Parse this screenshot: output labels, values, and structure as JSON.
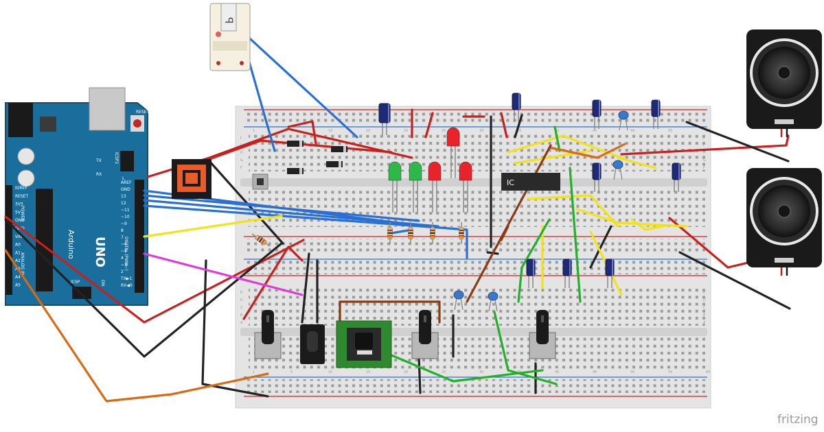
{
  "app": {
    "watermark": "fritzing"
  },
  "arduino": {
    "brand": "Arduino",
    "model": "UNO",
    "reset_label": "RESET",
    "icsp2_label": "ICSP2",
    "icsp_label": "ICSP",
    "rx_label": "RX",
    "tx_label": "TX",
    "l_label": "L",
    "on_label": "ON",
    "digital_label": "DIGITAL (PWM~)",
    "analog_label": "ANALOG IN",
    "power_label": "POWER",
    "left_pins": [
      "IOREF",
      "RESET",
      "3V3",
      "5V",
      "GND",
      "GND",
      "VIN",
      "A0",
      "A1",
      "A2",
      "A3",
      "A4",
      "A5"
    ],
    "right_pins": [
      "AREF",
      "GND",
      "13",
      "12",
      "~11",
      "~10",
      "~9",
      "8",
      "7",
      "~6",
      "~5",
      "4",
      "~3",
      "2",
      "TX▶1",
      "RX◀0"
    ]
  },
  "breadboard": {
    "row_letters": [
      "J",
      "I",
      "H",
      "G",
      "F",
      "E",
      "D",
      "C",
      "B",
      "A"
    ],
    "column_numbers": [
      "1",
      "5",
      "10",
      "15",
      "20",
      "25",
      "30",
      "35",
      "40",
      "45",
      "50",
      "55",
      "60"
    ]
  },
  "components": {
    "ic_label": "IC",
    "resistor_count": 5,
    "led_colors": [
      "#2fb84a",
      "#2fb84a",
      "#e8232a",
      "#e8232a",
      "#e8232a"
    ],
    "speaker_count": 2,
    "potentiometer_count": 3
  },
  "wire_colors": {
    "red": "#c8201c",
    "black": "#222222",
    "blue": "#2a6fd4",
    "yellow": "#f2e21a",
    "green": "#22b02a",
    "orange": "#d86a14",
    "brown": "#8b3a12",
    "magenta": "#e03ad8"
  }
}
